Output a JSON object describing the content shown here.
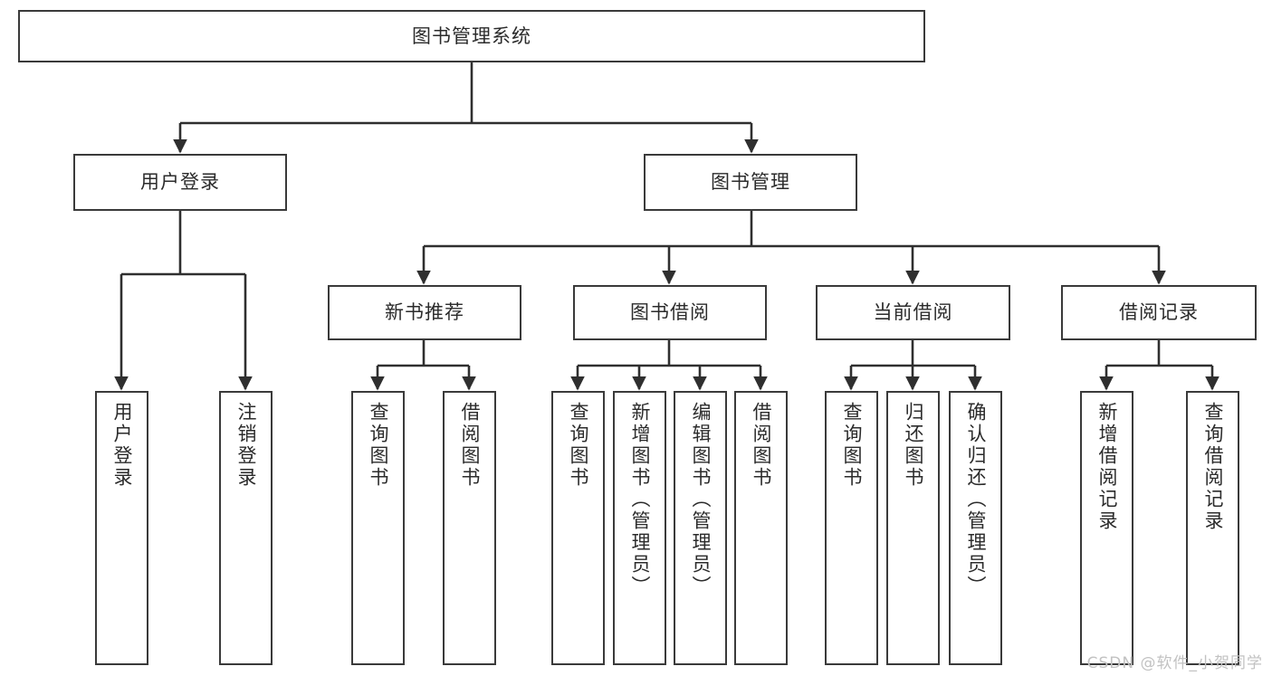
{
  "diagram": {
    "title": "图书管理系统",
    "type": "tree",
    "orientation": "top-down",
    "colors": {
      "box_border": "#3a3a3a",
      "box_fill": "#ffffff",
      "connector": "#2f2f2f",
      "text": "#2b2b2b",
      "watermark": "#c2c2c2",
      "background": "#ffffff"
    },
    "nodes": {
      "root": {
        "label": "图书管理系统"
      },
      "level2": [
        {
          "id": "user-login",
          "label": "用户登录"
        },
        {
          "id": "book-manage",
          "label": "图书管理"
        }
      ],
      "level3": [
        {
          "id": "new-book-recommend",
          "label": "新书推荐"
        },
        {
          "id": "book-borrow",
          "label": "图书借阅"
        },
        {
          "id": "current-borrow",
          "label": "当前借阅"
        },
        {
          "id": "borrow-record",
          "label": "借阅记录"
        }
      ],
      "leaves": {
        "user-login": [
          {
            "id": "leaf-user-login",
            "label": "用户登录"
          },
          {
            "id": "leaf-logout",
            "label": "注销登录"
          }
        ],
        "new-book-recommend": [
          {
            "id": "leaf-query-book-1",
            "label": "查询图书"
          },
          {
            "id": "leaf-borrow-book-1",
            "label": "借阅图书"
          }
        ],
        "book-borrow": [
          {
            "id": "leaf-query-book-2",
            "label": "查询图书"
          },
          {
            "id": "leaf-add-book",
            "label": "新增图书（管理员）"
          },
          {
            "id": "leaf-edit-book",
            "label": "编辑图书（管理员）"
          },
          {
            "id": "leaf-borrow-book-2",
            "label": "借阅图书"
          }
        ],
        "current-borrow": [
          {
            "id": "leaf-query-book-3",
            "label": "查询图书"
          },
          {
            "id": "leaf-return-book",
            "label": "归还图书"
          },
          {
            "id": "leaf-confirm-return",
            "label": "确认归还（管理员）"
          }
        ],
        "borrow-record": [
          {
            "id": "leaf-add-record",
            "label": "新增借阅记录"
          },
          {
            "id": "leaf-query-record",
            "label": "查询借阅记录"
          }
        ]
      }
    },
    "watermark": "CSDN @软件_小贺同学"
  }
}
